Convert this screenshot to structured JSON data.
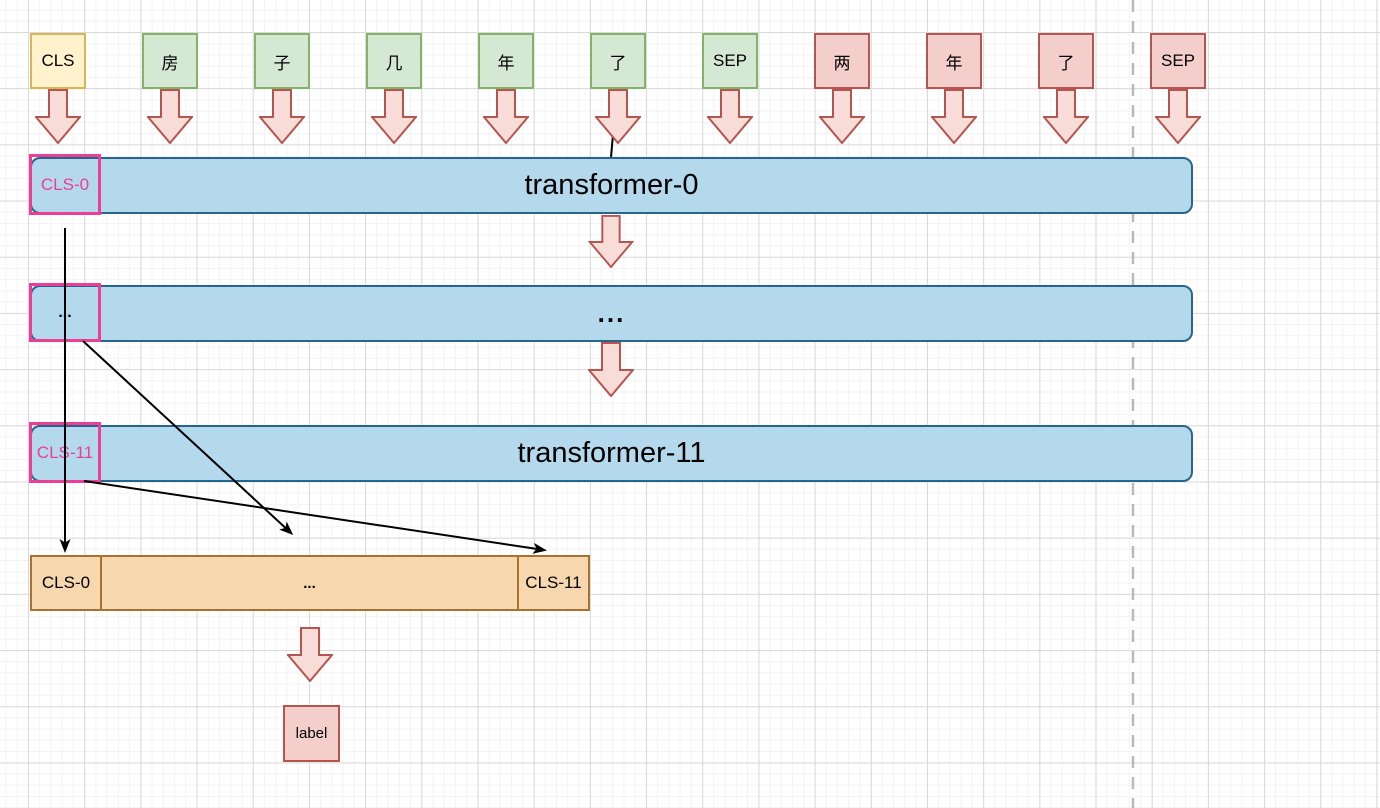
{
  "diagram": {
    "tokens": [
      {
        "label": "CLS",
        "style": "yellow"
      },
      {
        "label": "房",
        "style": "green"
      },
      {
        "label": "子",
        "style": "green"
      },
      {
        "label": "几",
        "style": "green"
      },
      {
        "label": "年",
        "style": "green"
      },
      {
        "label": "了",
        "style": "green"
      },
      {
        "label": "SEP",
        "style": "green"
      },
      {
        "label": "两",
        "style": "red"
      },
      {
        "label": "年",
        "style": "red"
      },
      {
        "label": "了",
        "style": "red"
      },
      {
        "label": "SEP",
        "style": "red"
      }
    ],
    "layers": [
      {
        "name": "transformer-0",
        "cls_tag": "CLS-0"
      },
      {
        "name": "...",
        "cls_tag": "..."
      },
      {
        "name": "transformer-11",
        "cls_tag": "CLS-11"
      }
    ],
    "pooled_bar": {
      "cells": [
        "CLS-0",
        "...",
        "CLS-11"
      ]
    },
    "output_label": "label",
    "colors": {
      "blue_fill": "#b5d9ec",
      "blue_stroke": "#26658c",
      "green_fill": "#d5e8d4",
      "green_stroke": "#82b366",
      "yellow_fill": "#fff2cc",
      "yellow_stroke": "#d6b656",
      "red_fill": "#f4cecb",
      "red_stroke": "#b85450",
      "arrow_fill": "#f8dcd8",
      "arrow_stroke": "#b85450",
      "orange_fill": "#f6d7ae",
      "orange_stroke": "#a9712f",
      "pink_outline": "#ee3d96",
      "connector": "#000000",
      "dashed_guide": "#b9b9b9",
      "grid_minor": "#f3f3f3",
      "grid_major": "#d9d9d9"
    }
  }
}
